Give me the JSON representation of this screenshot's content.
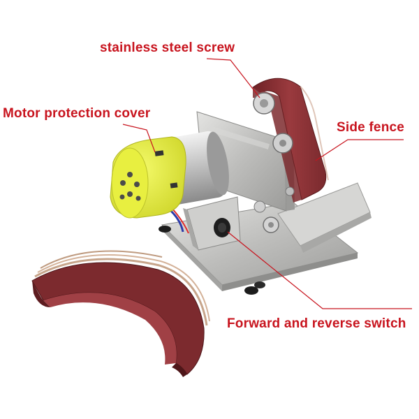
{
  "labels": {
    "screw": "stainless steel screw",
    "cover": "Motor protection cover",
    "fence": "Side fence",
    "switch": "Forward and reverse switch"
  },
  "colors": {
    "callout": "#c8141e",
    "belt": "#8e2f33",
    "steel": "#c9c9c7",
    "cover": "#e6f03a"
  }
}
